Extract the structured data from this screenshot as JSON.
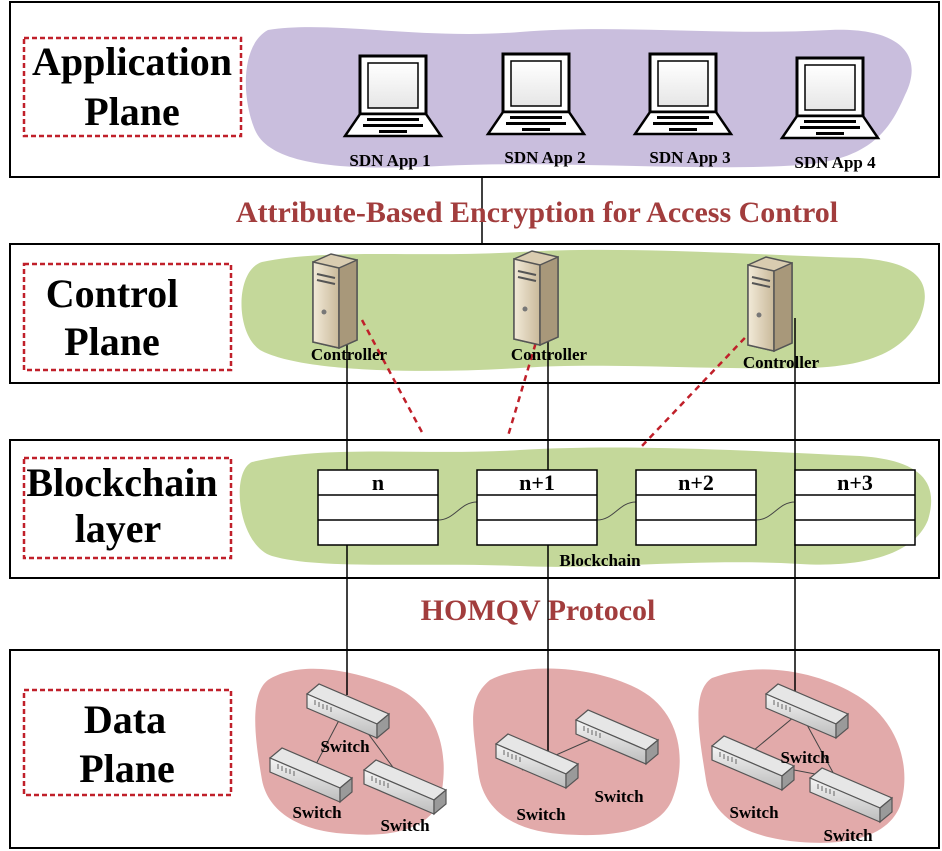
{
  "planes": {
    "application": {
      "line1": "Application",
      "line2": "Plane"
    },
    "control": {
      "line1": "Control",
      "line2": "Plane"
    },
    "blockchain": {
      "line1": "Blockchain",
      "line2": "layer"
    },
    "data": {
      "line1": "Data",
      "line2": "Plane"
    }
  },
  "apps": [
    "SDN App 1",
    "SDN App 2",
    "SDN App 3",
    "SDN App 4"
  ],
  "controllers": [
    "Controller",
    "Controller",
    "Controller"
  ],
  "blocks": [
    "n",
    "n+1",
    "n+2",
    "n+3"
  ],
  "blockchain_label": "Blockchain",
  "protocols": {
    "abe": "Attribute-Based Encryption for Access Control",
    "homqv": "HOMQV Protocol"
  },
  "switches": [
    "Switch",
    "Switch",
    "Switch",
    "Switch",
    "Switch",
    "Switch",
    "Switch",
    "Switch"
  ],
  "colors": {
    "app_cloud": "#c9bedd",
    "control_cloud": "#c4d89a",
    "data_cloud": "#e2aaaa",
    "protocol_text": "#a23d3d",
    "dashed_box": "#c0202a"
  }
}
